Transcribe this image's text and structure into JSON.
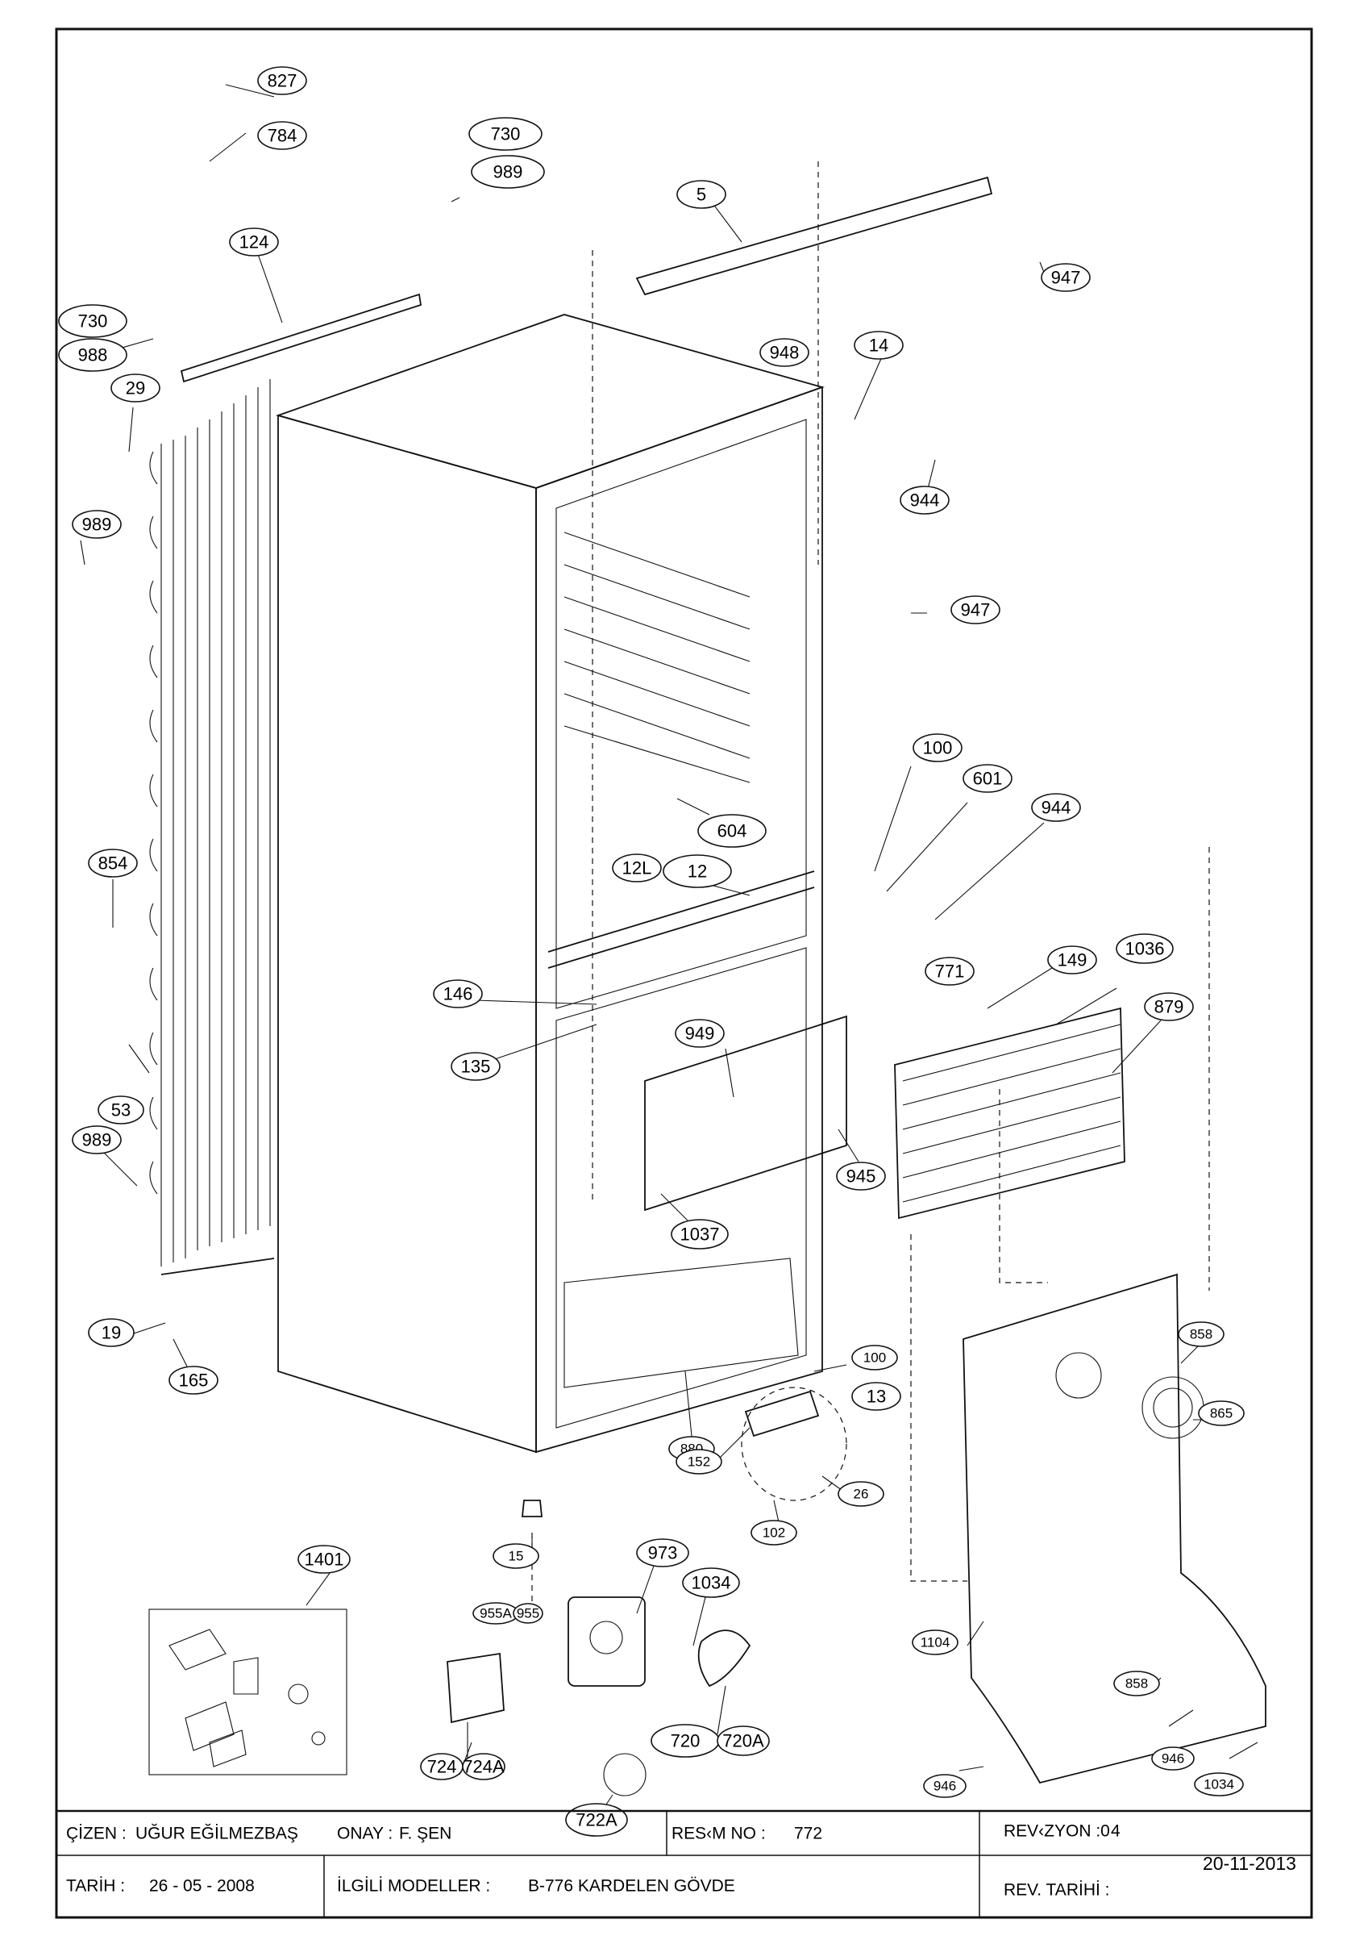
{
  "callouts": [
    {
      "label": "827"
    },
    {
      "label": "784"
    },
    {
      "label": "730"
    },
    {
      "label": "989"
    },
    {
      "label": "5"
    },
    {
      "label": "947"
    },
    {
      "label": "124"
    },
    {
      "label": "730"
    },
    {
      "label": "988"
    },
    {
      "label": "948"
    },
    {
      "label": "14"
    },
    {
      "label": "29"
    },
    {
      "label": "944"
    },
    {
      "label": "989"
    },
    {
      "label": "947"
    },
    {
      "label": "100"
    },
    {
      "label": "601"
    },
    {
      "label": "944"
    },
    {
      "label": "604"
    },
    {
      "label": "854"
    },
    {
      "label": "12L"
    },
    {
      "label": "12"
    },
    {
      "label": "771"
    },
    {
      "label": "149"
    },
    {
      "label": "1036"
    },
    {
      "label": "146"
    },
    {
      "label": "879"
    },
    {
      "label": "949"
    },
    {
      "label": "135"
    },
    {
      "label": "53"
    },
    {
      "label": "989"
    },
    {
      "label": "945"
    },
    {
      "label": "1037"
    },
    {
      "label": "19"
    },
    {
      "label": "165"
    },
    {
      "label": "858"
    },
    {
      "label": "100"
    },
    {
      "label": "13"
    },
    {
      "label": "865"
    },
    {
      "label": "880"
    },
    {
      "label": "152"
    },
    {
      "label": "26"
    },
    {
      "label": "102"
    },
    {
      "label": "15"
    },
    {
      "label": "1401"
    },
    {
      "label": "973"
    },
    {
      "label": "1034"
    },
    {
      "label": "955A"
    },
    {
      "label": "955"
    },
    {
      "label": "1104"
    },
    {
      "label": "858"
    },
    {
      "label": "720"
    },
    {
      "label": "720A"
    },
    {
      "label": "724"
    },
    {
      "label": "724A"
    },
    {
      "label": "946"
    },
    {
      "label": "946"
    },
    {
      "label": "1034"
    },
    {
      "label": "722A"
    }
  ],
  "title_block": {
    "drawn_by_label": "ÇİZEN :",
    "drawn_by": "UĞUR EĞİLMEZBAŞ",
    "approved_label": "ONAY :",
    "approved_by": "F. ŞEN",
    "drawing_no_label": "RES‹M NO :",
    "drawing_no": "772",
    "revision_label": "REV‹ZYON :0",
    "revision_no": "4",
    "date_label": "TARİH :",
    "date": "26 - 05 - 2008",
    "models_label": "İLGİLİ MODELLER :",
    "models": "B-776 KARDELEN GÖVDE",
    "rev_date_label": "REV. TARİHİ :",
    "rev_date": "20-11-2013"
  }
}
